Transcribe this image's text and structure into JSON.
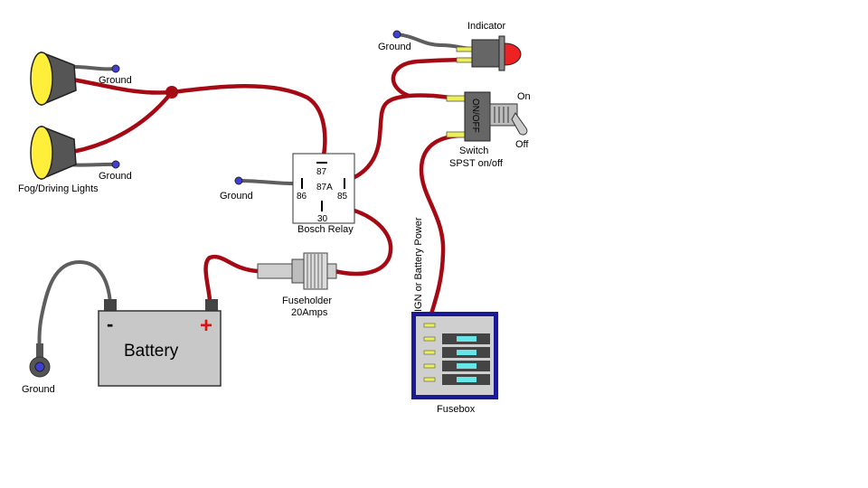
{
  "colors": {
    "wire": "#a50a14",
    "ground_wire": "#5e5e5e",
    "ground_dot": "#3f3fd6",
    "lamp_yellow": "#ffee3a",
    "lamp_shell": "#555555",
    "indicator_red": "#ee2222",
    "fuse_cyan": "#66e6e6",
    "fusebox_border": "#1a1a96",
    "battery_gray": "#c8c8c8",
    "plus_red": "#dd1111"
  },
  "labels": {
    "ground_lamp1": "Ground",
    "ground_lamp2": "Ground",
    "ground_relay": "Ground",
    "ground_indicator": "Ground",
    "ground_battery": "Ground",
    "fog_lights": "Fog/Driving Lights",
    "indicator": "Indicator",
    "switch_on": "On",
    "switch_off": "Off",
    "switch_face": "ON/OFF",
    "switch_line1": "Switch",
    "switch_line2": "SPST on/off",
    "relay_87": "87",
    "relay_87a": "87A",
    "relay_86": "86",
    "relay_85": "85",
    "relay_30": "30",
    "relay_name": "Bosch Relay",
    "fuseholder_line1": "Fuseholder",
    "fuseholder_line2": "20Amps",
    "battery_minus": "-",
    "battery_plus": "+",
    "battery_name": "Battery",
    "power_source": "IGN or Battery Power",
    "fusebox": "Fusebox"
  }
}
